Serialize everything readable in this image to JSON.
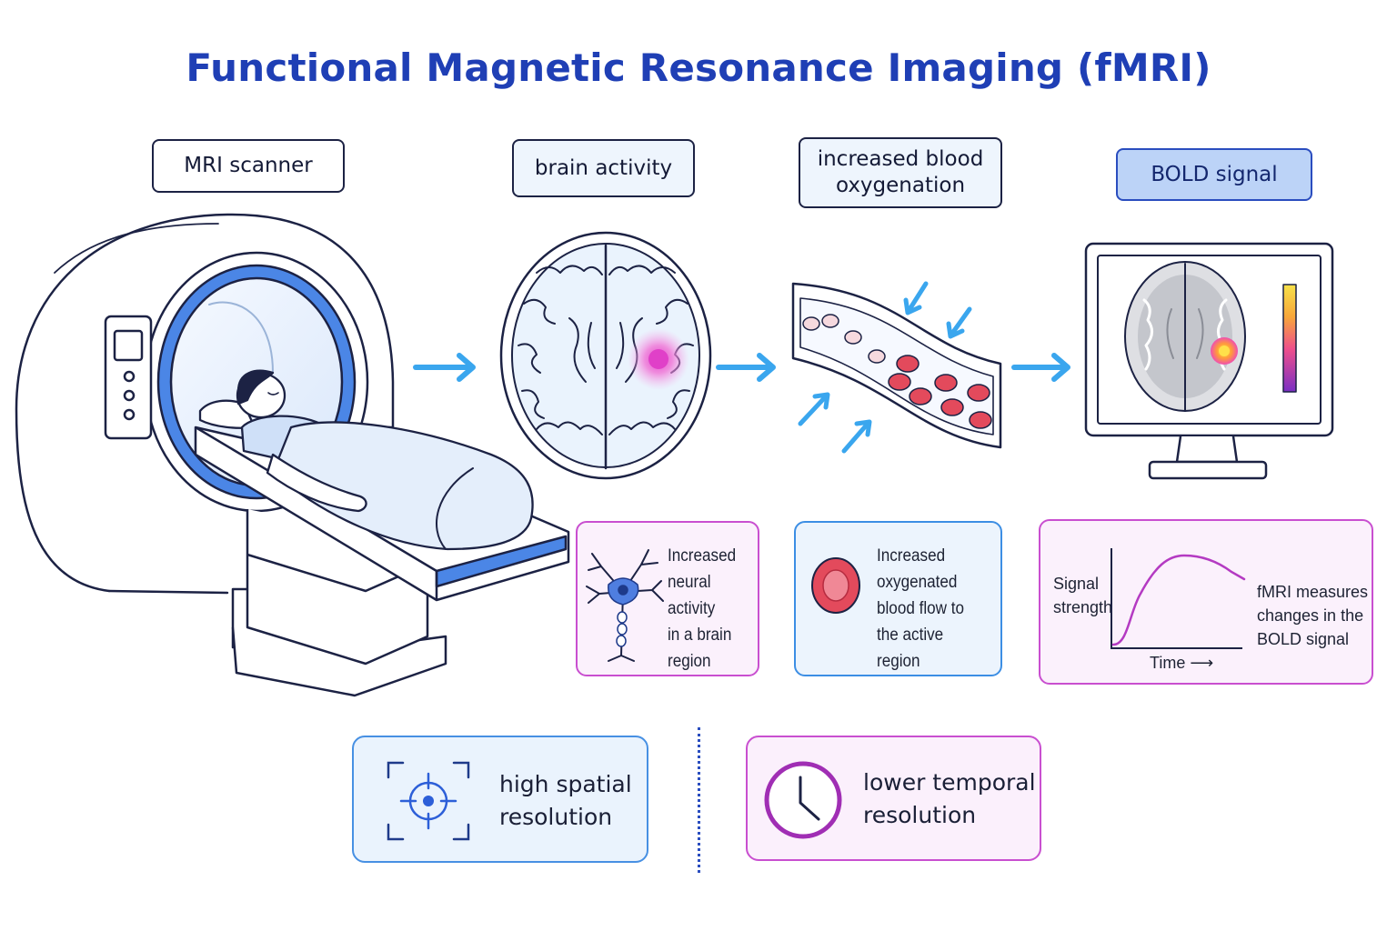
{
  "title": "Functional Magnetic Resonance Imaging (fMRI)",
  "stages": [
    {
      "label": "MRI scanner"
    },
    {
      "label": "brain activity"
    },
    {
      "label": "increased blood\noxygenation"
    },
    {
      "label": "BOLD signal"
    }
  ],
  "cards": {
    "neural": {
      "text": "Increased\nneural activity\nin a brain\nregion",
      "icon": "neuron-icon"
    },
    "blood": {
      "text": "Increased\noxygenated\nblood flow to\nthe active region",
      "icon": "red-blood-cell-icon"
    },
    "bold": {
      "y_label": "Signal\nstrength",
      "x_label": "Time ⟶",
      "note": "fMRI measures\nchanges in the\nBOLD signal"
    }
  },
  "resolution": {
    "spatial": {
      "label": "high spatial\nresolution",
      "icon": "target-crosshair-icon"
    },
    "temporal": {
      "label": "lower temporal\nresolution",
      "icon": "clock-icon"
    }
  },
  "colors": {
    "title": "#1f3fb5",
    "arrow": "#3aa6ee",
    "scanner_ring": "#3d7fe6",
    "activation": "#e040c8",
    "magenta_accent": "#c94fd0",
    "blue_accent": "#3c8ee4"
  }
}
